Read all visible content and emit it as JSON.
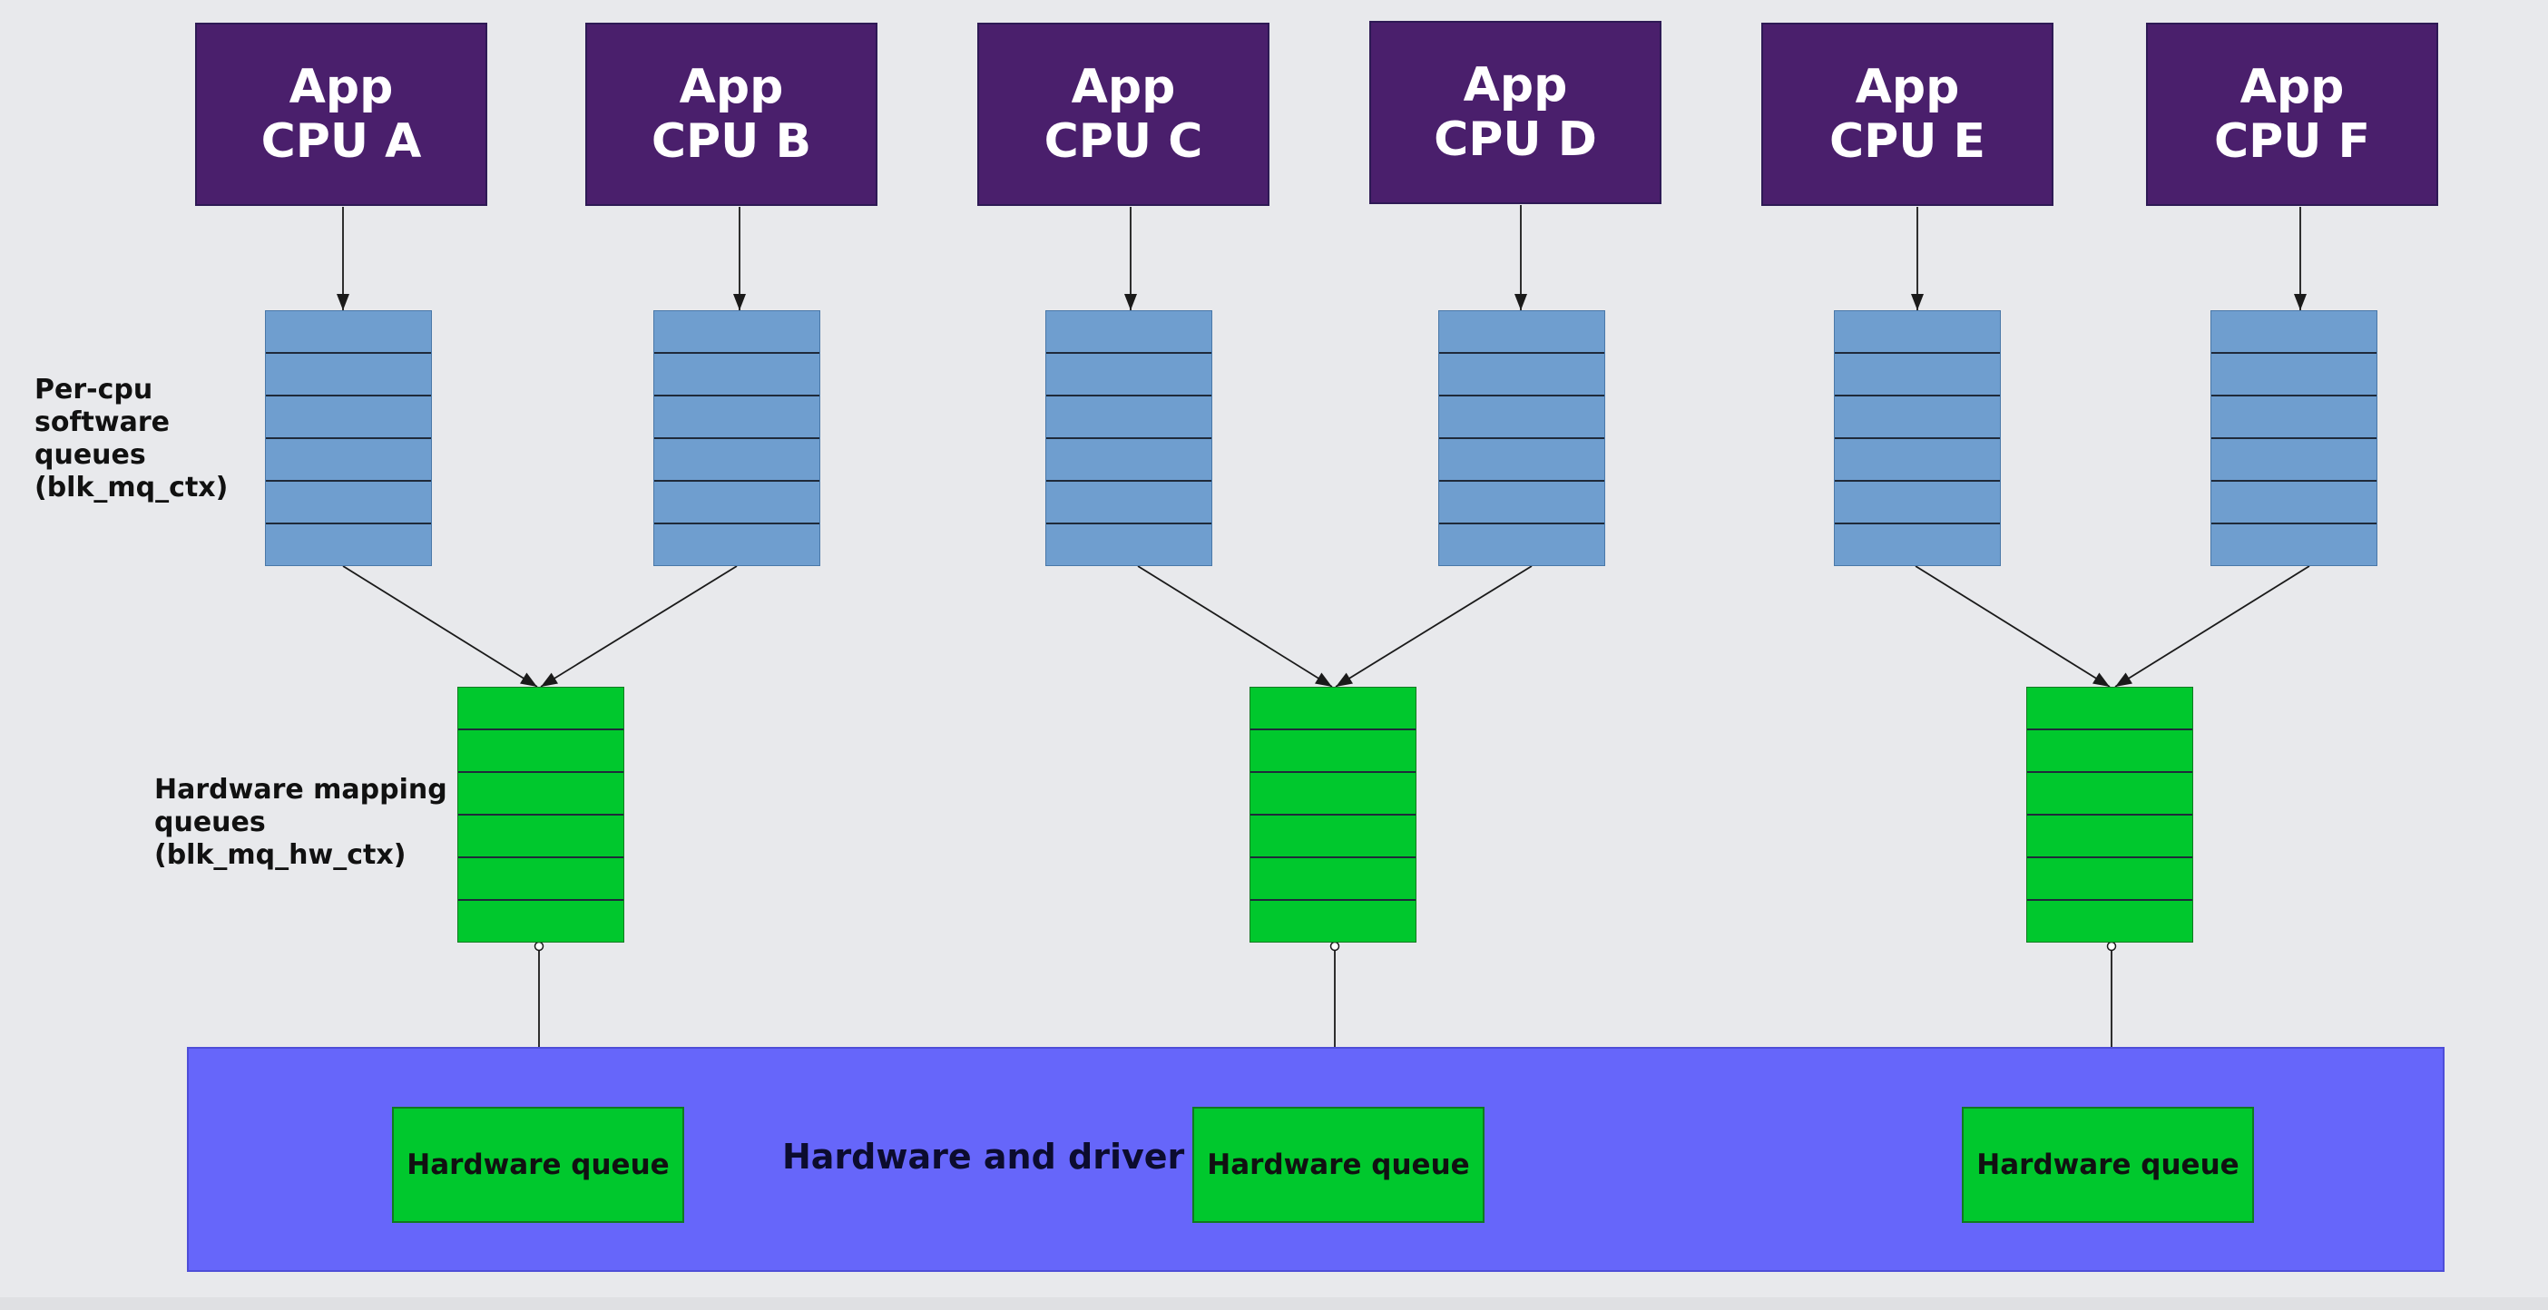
{
  "colors": {
    "background": "#e8e9ec",
    "cpu_fill": "#4a1f6c",
    "software_queue_fill": "#6f9ecf",
    "hardware_queue_fill": "#00c82d",
    "hardware_driver_fill": "#6666fa",
    "wire": "#1a1a1a"
  },
  "cpus": [
    {
      "line1": "App",
      "line2": "CPU A"
    },
    {
      "line1": "App",
      "line2": "CPU B"
    },
    {
      "line1": "App",
      "line2": "CPU C"
    },
    {
      "line1": "App",
      "line2": "CPU D"
    },
    {
      "line1": "App",
      "line2": "CPU E"
    },
    {
      "line1": "App",
      "line2": "CPU F"
    }
  ],
  "software_queues_label": "Per-cpu\nsoftware\nqueues\n(blk_mq_ctx)",
  "hardware_mapping_label": "Hardware mapping\nqueues\n(blk_mq_hw_ctx)",
  "hardware_and_driver_label": "Hardware and driver",
  "hardware_queues": [
    {
      "label": "Hardware queue"
    },
    {
      "label": "Hardware queue"
    },
    {
      "label": "Hardware queue"
    }
  ],
  "queue_slot_count": 6,
  "icons": {
    "arrowhead": "arrow-head-icon",
    "port": "connector-dot-icon"
  }
}
